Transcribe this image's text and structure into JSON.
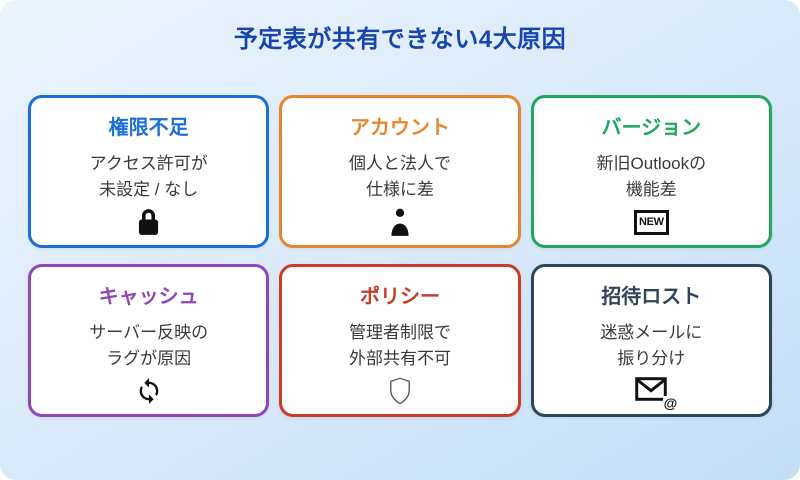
{
  "page": {
    "title": "予定表が共有できない4大原因",
    "title_color": "#1745ad",
    "background_gradient": {
      "from": "#ecf4fd",
      "to": "#c3def6"
    },
    "card_background": "#ffffff",
    "body_text_color": "#3a3a3a",
    "icon_color": "#111111"
  },
  "cards": [
    {
      "id": "permission",
      "title": "権限不足",
      "line1": "アクセス許可が",
      "line2": "未設定 / なし",
      "accent": "#1a70d8",
      "icon": "lock-icon"
    },
    {
      "id": "account",
      "title": "アカウント",
      "line1": "個人と法人で",
      "line2": "仕様に差",
      "accent": "#e8862d",
      "icon": "person-icon"
    },
    {
      "id": "version",
      "title": "バージョン",
      "line1": "新旧Outlookの",
      "line2": "機能差",
      "accent": "#23a55c",
      "icon": "new-badge-icon",
      "icon_text": "NEW"
    },
    {
      "id": "cache",
      "title": "キャッシュ",
      "line1": "サーバー反映の",
      "line2": "ラグが原因",
      "accent": "#9046ba",
      "icon": "sync-icon"
    },
    {
      "id": "policy",
      "title": "ポリシー",
      "line1": "管理者制限で",
      "line2": "外部共有不可",
      "accent": "#cc3a28",
      "icon": "shield-icon"
    },
    {
      "id": "invite-lost",
      "title": "招待ロスト",
      "line1": "迷惑メールに",
      "line2": "振り分け",
      "accent": "#2e4559",
      "icon": "mail-at-icon",
      "icon_text": "@"
    }
  ]
}
